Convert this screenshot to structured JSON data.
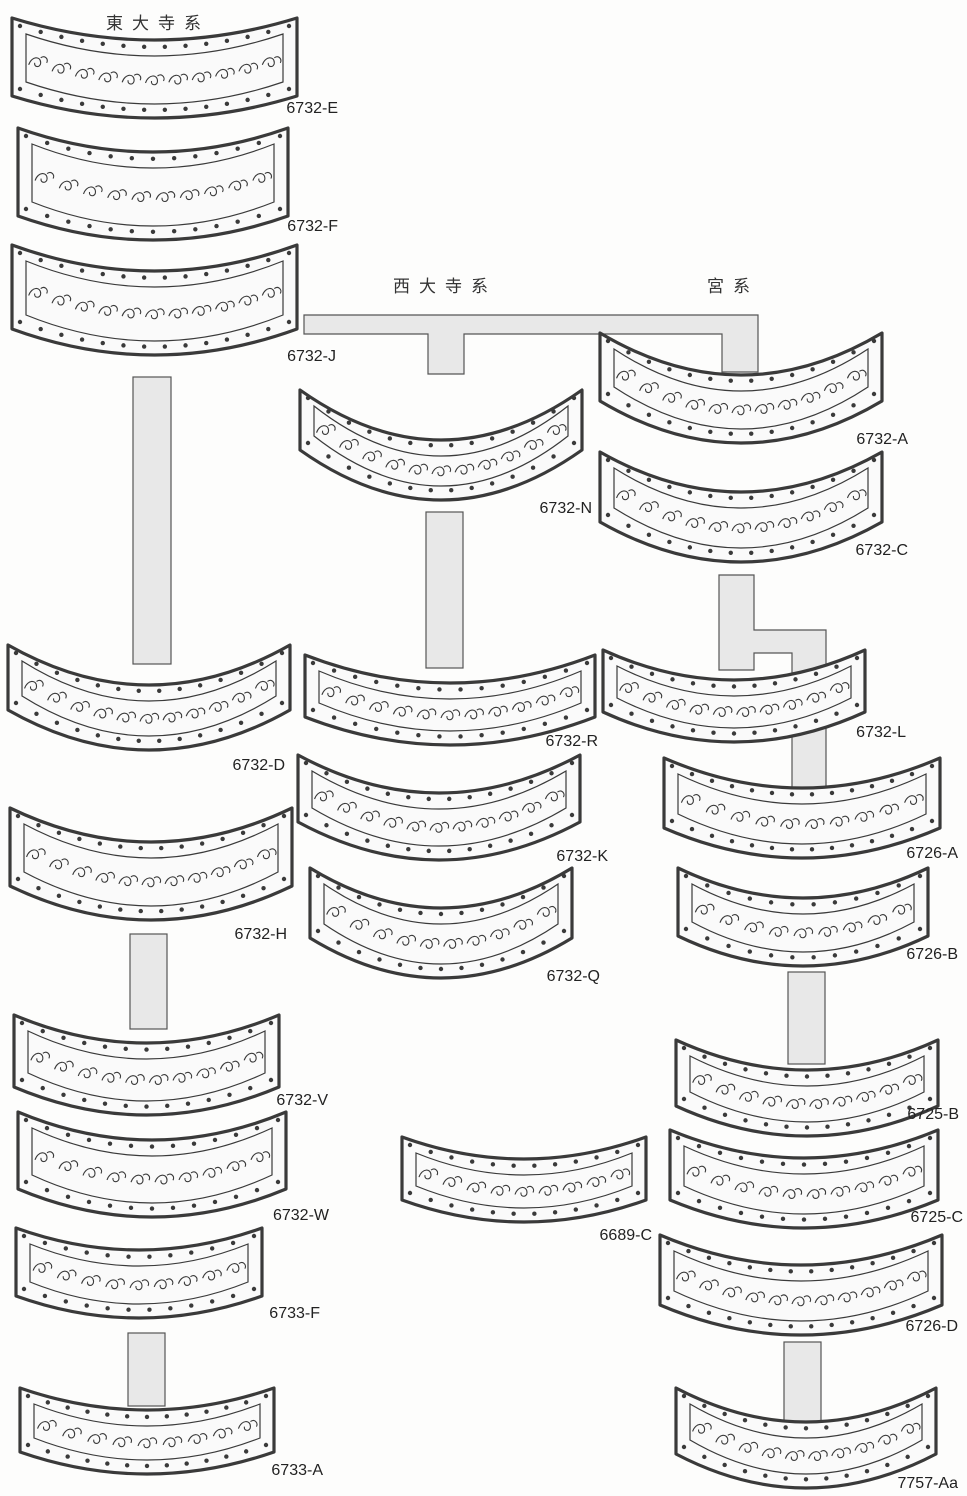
{
  "groups": {
    "todaiji": "東大寺系",
    "saidaiji": "西大寺系",
    "miya": "宮系"
  },
  "colors": {
    "ink": "#3a3a3a",
    "connector_fill": "#e8e8e8",
    "background": "#fdfdfc"
  },
  "tiles": [
    {
      "id": "6732-E",
      "group": "todaiji"
    },
    {
      "id": "6732-F",
      "group": "todaiji"
    },
    {
      "id": "6732-J",
      "group": "todaiji"
    },
    {
      "id": "6732-D",
      "group": "todaiji"
    },
    {
      "id": "6732-H",
      "group": "todaiji"
    },
    {
      "id": "6732-V",
      "group": "todaiji"
    },
    {
      "id": "6732-W",
      "group": "todaiji"
    },
    {
      "id": "6733-F",
      "group": "todaiji"
    },
    {
      "id": "6733-A",
      "group": "todaiji"
    },
    {
      "id": "6732-N",
      "group": "saidaiji"
    },
    {
      "id": "6732-R",
      "group": "saidaiji"
    },
    {
      "id": "6732-K",
      "group": "saidaiji"
    },
    {
      "id": "6732-Q",
      "group": "saidaiji"
    },
    {
      "id": "6689-C",
      "group": "saidaiji"
    },
    {
      "id": "6732-A",
      "group": "miya"
    },
    {
      "id": "6732-C",
      "group": "miya"
    },
    {
      "id": "6732-L",
      "group": "miya"
    },
    {
      "id": "6726-A",
      "group": "miya"
    },
    {
      "id": "6726-B",
      "group": "miya"
    },
    {
      "id": "6725-B",
      "group": "miya"
    },
    {
      "id": "6725-C",
      "group": "miya"
    },
    {
      "id": "6726-D",
      "group": "miya"
    },
    {
      "id": "7757-Aa",
      "group": "miya"
    }
  ]
}
